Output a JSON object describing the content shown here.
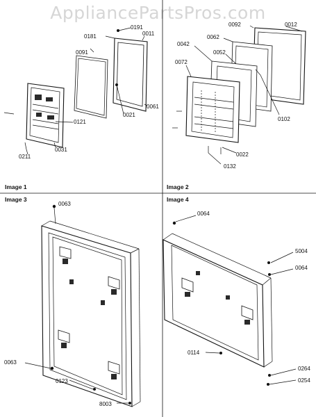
{
  "watermark": "AppliancePartsPros.com",
  "panels": {
    "p1": {
      "title": "Image 1"
    },
    "p2": {
      "title": "Image 2"
    },
    "p3": {
      "title": "Image 3"
    },
    "p4": {
      "title": "Image 4"
    }
  },
  "callouts": {
    "c0191": "0191",
    "c0181": "0181",
    "c0011": "0011",
    "c0091": "0091",
    "c0061": "0061",
    "c0021": "0021",
    "c0121": "0121",
    "c0211": "0211",
    "c0031": "0031",
    "c0092": "0092",
    "c0012": "0012",
    "c0062": "0062",
    "c0042": "0042",
    "c0052": "0052",
    "c0072": "0072",
    "c0102": "0102",
    "c0022": "0022",
    "c0132": "0132",
    "c0063a": "0063",
    "c0063b": "0063",
    "c0123": "0123",
    "c8003": "8003",
    "c0064a": "0064",
    "c5004": "5004",
    "c0064b": "0064",
    "c0114": "0114",
    "c0264": "0264",
    "c0254": "0254"
  }
}
